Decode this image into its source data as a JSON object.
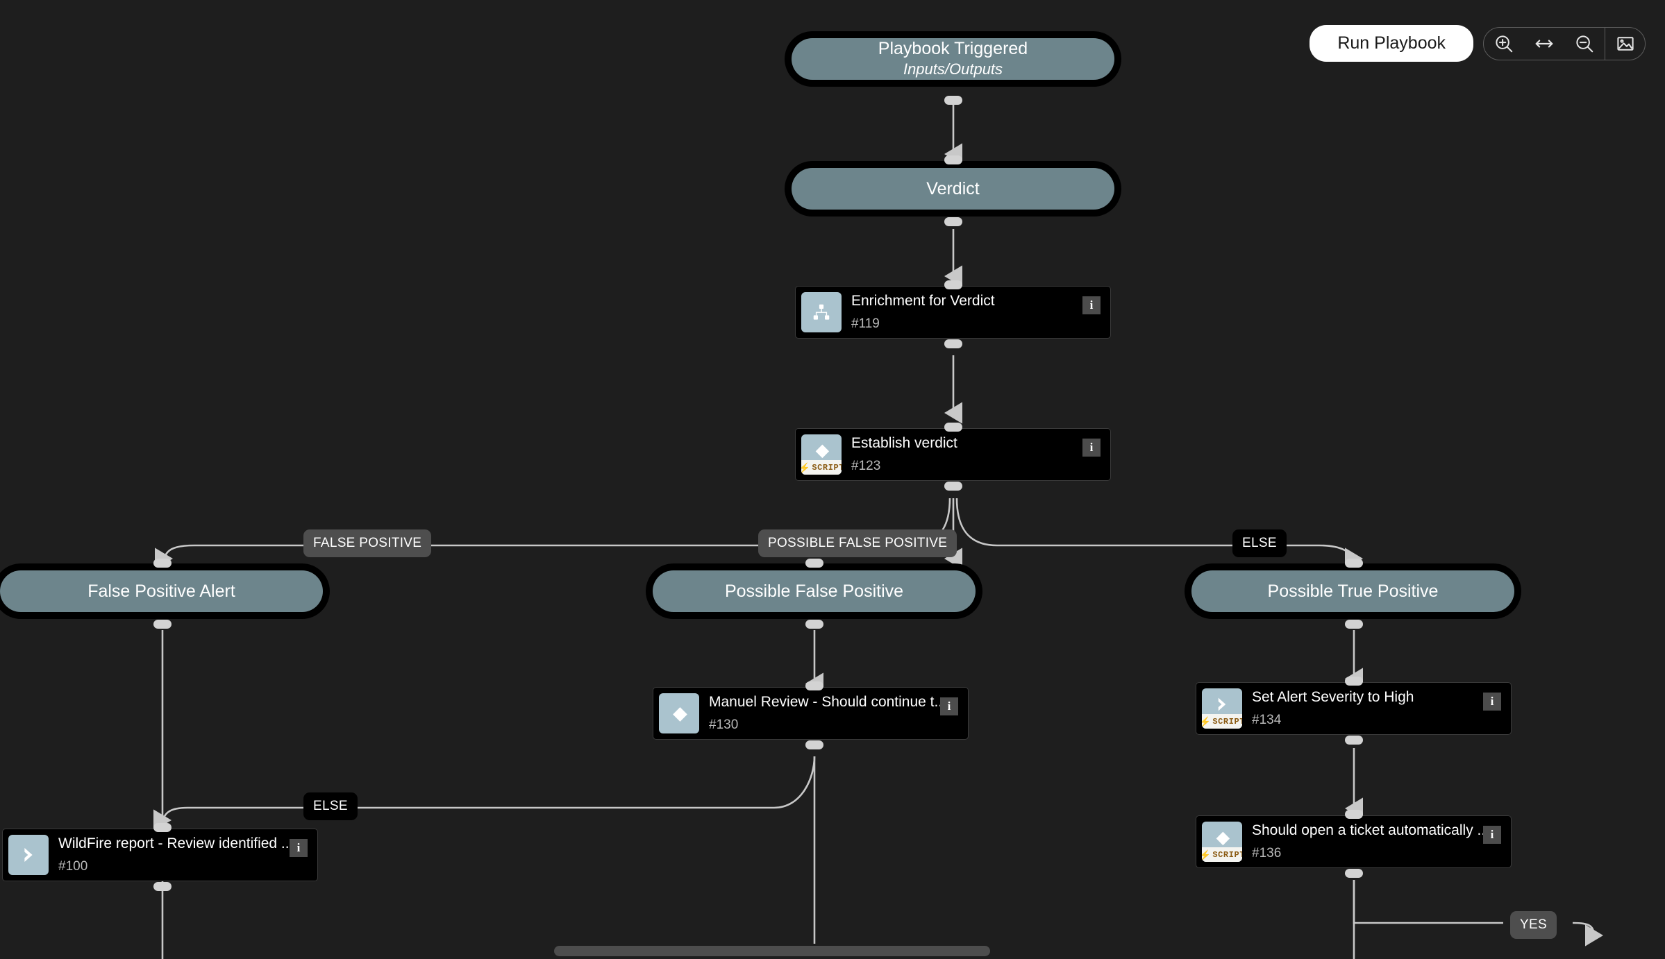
{
  "toolbar": {
    "run_label": "Run Playbook",
    "zoom_in_icon": "zoom-in-icon",
    "fit_width_icon": "fit-width-icon",
    "zoom_out_icon": "zoom-out-icon",
    "export_image_icon": "export-image-icon"
  },
  "colors": {
    "canvas_bg": "#1e1e1e",
    "pill_fill": "#6d858c",
    "pill_border": "#000000",
    "task_bg": "#000000",
    "icon_tile": "#aac3ce",
    "edge": "#c8c8c8",
    "accent_button": "#ffffff",
    "script_badge_bg": "#f4f4f0",
    "script_badge_text": "#8a5a12"
  },
  "nodes": {
    "playbook_triggered": {
      "title": "Playbook Triggered",
      "subtitle": "Inputs/Outputs",
      "type": "start"
    },
    "verdict": {
      "title": "Verdict",
      "subtitle": "",
      "type": "section"
    },
    "enrichment_for_verdict": {
      "name": "Enrichment for Verdict",
      "id": "#119",
      "icon": "sub-playbook-icon",
      "script": false,
      "info": "i"
    },
    "establish_verdict": {
      "name": "Establish verdict",
      "id": "#123",
      "icon": "condition-diamond-icon",
      "script": true,
      "info": "i"
    },
    "false_positive_alert": {
      "title": "False Positive Alert",
      "type": "section"
    },
    "possible_false_positive": {
      "title": "Possible False Positive",
      "type": "section"
    },
    "possible_true_positive": {
      "title": "Possible True Positive",
      "type": "section"
    },
    "manuel_review": {
      "name": "Manuel Review - Should continue t...",
      "id": "#130",
      "icon": "condition-diamond-icon",
      "script": false,
      "info": "i"
    },
    "wildfire_report": {
      "name": "WildFire report - Review identified ...",
      "id": "#100",
      "icon": "chevron-right-icon",
      "script": false,
      "info": "i"
    },
    "set_alert_severity": {
      "name": "Set Alert Severity to High",
      "id": "#134",
      "icon": "chevron-right-icon",
      "script": true,
      "info": "i"
    },
    "should_open_ticket": {
      "name": "Should open a ticket automatically ...",
      "id": "#136",
      "icon": "condition-diamond-icon",
      "script": true,
      "info": "i"
    }
  },
  "edge_labels": {
    "false_positive": "FALSE POSITIVE",
    "possible_false_positive": "POSSIBLE FALSE POSITIVE",
    "else_top": "ELSE",
    "else_left": "ELSE",
    "yes": "YES"
  },
  "scrollbar": {
    "orientation": "horizontal"
  }
}
